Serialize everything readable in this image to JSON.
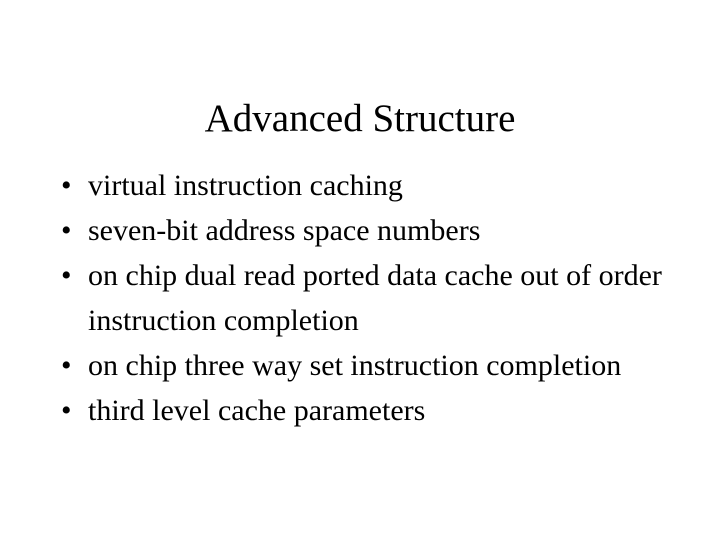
{
  "slide": {
    "title": "Advanced Structure",
    "background_color": "#ffffff",
    "text_color": "#000000",
    "bullet_glyph": "•",
    "bullets": [
      {
        "text": "virtual instruction caching"
      },
      {
        "text": "seven-bit address space numbers"
      },
      {
        "text": "on chip dual read ported data cache out of order instruction completion"
      },
      {
        "text": "on chip three way set instruction completion"
      },
      {
        "text": "third level cache parameters"
      }
    ]
  }
}
